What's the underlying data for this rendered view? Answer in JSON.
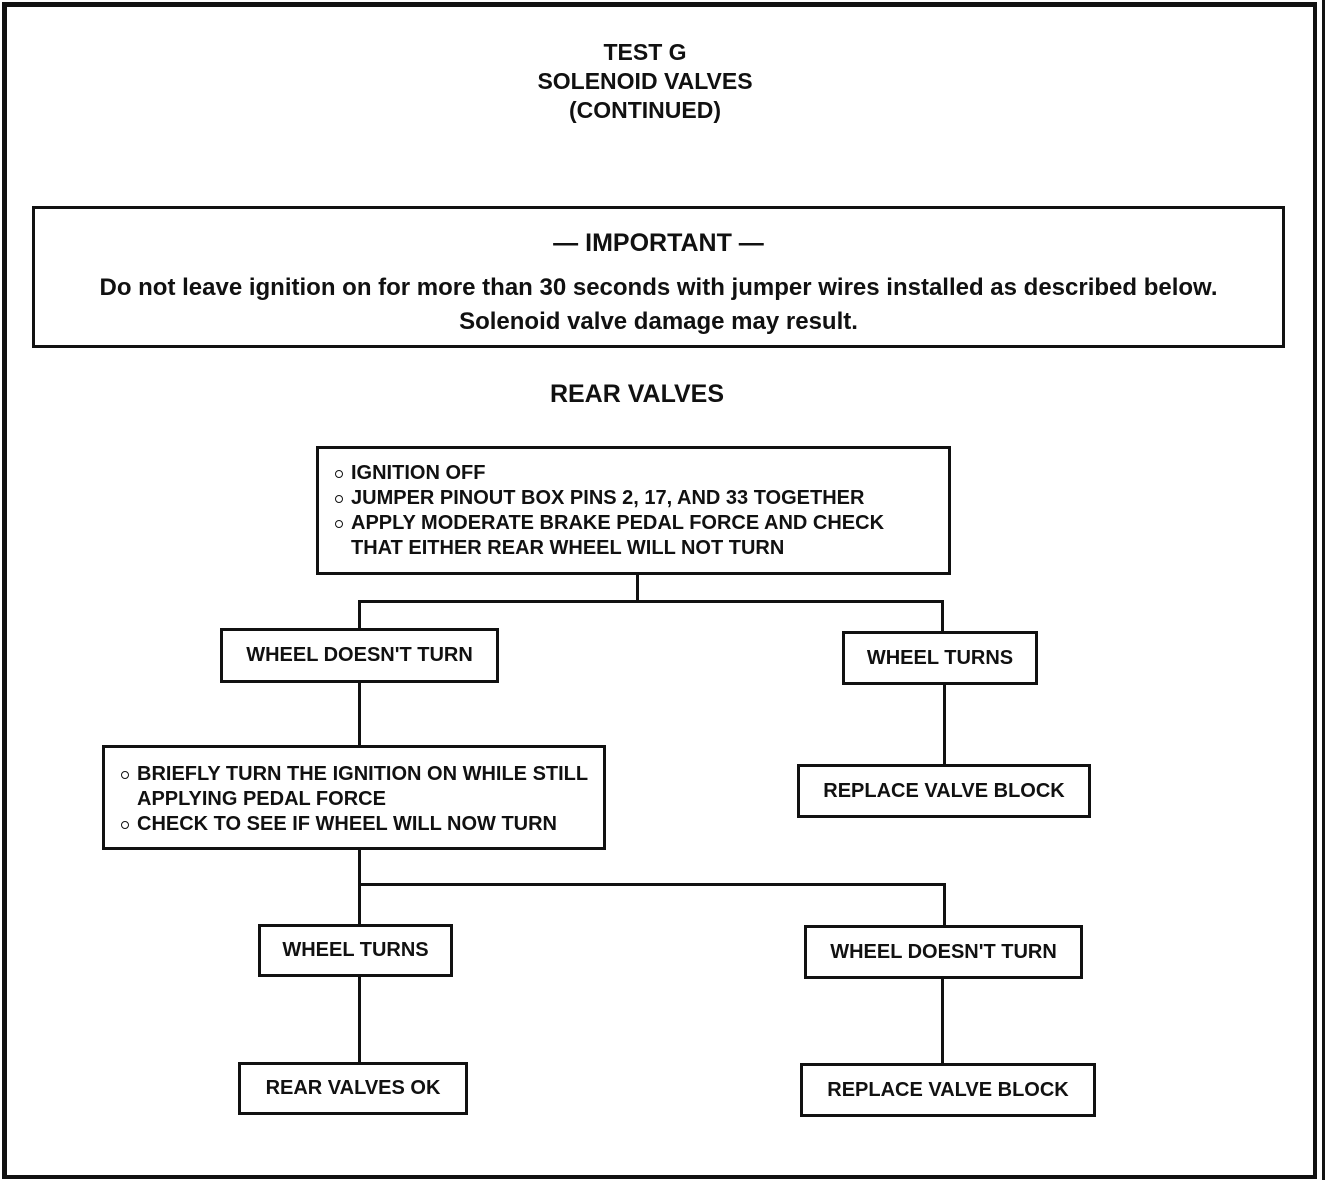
{
  "header": {
    "line1": "TEST G",
    "line2": "SOLENOID VALVES",
    "line3": "(CONTINUED)"
  },
  "important": {
    "heading": "— IMPORTANT —",
    "text": "Do not leave ignition on for more than 30 seconds with jumper wires installed as described below. Solenoid valve damage may result."
  },
  "section_title": "REAR VALVES",
  "flowchart": {
    "start": {
      "items": [
        "IGNITION OFF",
        "JUMPER PINOUT BOX PINS 2, 17, AND 33 TOGETHER",
        "APPLY MODERATE BRAKE PEDAL FORCE AND CHECK THAT EITHER REAR WHEEL WILL NOT TURN"
      ]
    },
    "left_result": "WHEEL DOESN'T TURN",
    "right_result": "WHEEL TURNS",
    "right_action": "REPLACE VALVE BLOCK",
    "second_step": {
      "items": [
        "BRIEFLY TURN THE IGNITION ON WHILE STILL APPLYING PEDAL FORCE",
        "CHECK TO SEE IF WHEEL WILL NOW TURN"
      ]
    },
    "second_left_result": "WHEEL TURNS",
    "second_right_result": "WHEEL DOESN'T TURN",
    "final_left": "REAR VALVES OK",
    "final_right": "REPLACE VALVE BLOCK"
  }
}
